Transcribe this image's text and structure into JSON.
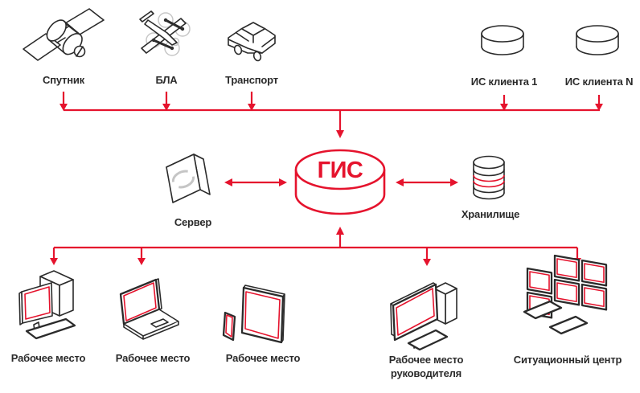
{
  "colors": {
    "accent": "#e5132d",
    "ink": "#2b2b2b"
  },
  "center": {
    "label": "ГИС",
    "icon": "gis-cylinder-icon"
  },
  "sources": [
    {
      "label": "Спутник",
      "icon": "satellite-icon"
    },
    {
      "label": "БЛА",
      "icon": "uav-drone-icon"
    },
    {
      "label": "Транспорт",
      "icon": "vehicle-icon"
    },
    {
      "label": "ИС клиента 1",
      "icon": "client-system-disk-icon"
    },
    {
      "label": "ИС клиента N",
      "icon": "client-system-disk-icon"
    }
  ],
  "services": [
    {
      "label": "Сервер",
      "icon": "server-box-icon"
    },
    {
      "label": "Хранилище",
      "icon": "database-stack-icon"
    }
  ],
  "consumers": [
    {
      "label": "Рабочее место",
      "icon": "desktop-workstation-icon"
    },
    {
      "label": "Рабочее место",
      "icon": "laptop-icon"
    },
    {
      "label": "Рабочее место",
      "icon": "tablet-phone-icon"
    },
    {
      "label": "Рабочее место",
      "label2": "руководителя",
      "icon": "manager-workstation-icon"
    },
    {
      "label": "Ситуационный центр",
      "icon": "video-wall-icon"
    }
  ]
}
